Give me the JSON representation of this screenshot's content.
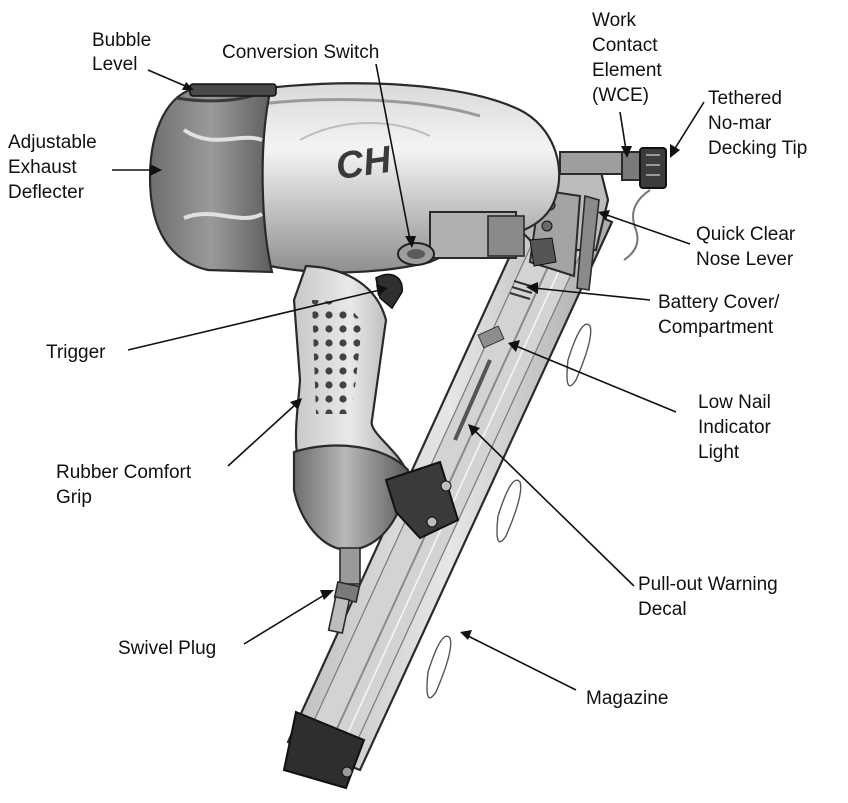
{
  "labels": {
    "bubble_level": [
      "Bubble",
      "Level"
    ],
    "conversion_switch": [
      "Conversion Switch"
    ],
    "work_contact_element": [
      "Work",
      "Contact",
      "Element",
      "(WCE)"
    ],
    "tethered_tip": [
      "Tethered",
      "No-mar",
      "Decking Tip"
    ],
    "exhaust_deflector": [
      "Adjustable",
      "Exhaust",
      "Deflecter"
    ],
    "quick_clear_lever": [
      "Quick Clear",
      "Nose Lever"
    ],
    "battery_cover": [
      "Battery Cover/",
      "Compartment"
    ],
    "trigger": [
      "Trigger"
    ],
    "low_nail_light": [
      "Low Nail",
      "Indicator",
      "Light"
    ],
    "rubber_grip": [
      "Rubber Comfort",
      "Grip"
    ],
    "pullout_decal": [
      "Pull-out Warning",
      "Decal"
    ],
    "swivel_plug": [
      "Swivel Plug"
    ],
    "magazine": [
      "Magazine"
    ]
  },
  "logo_text": "CH"
}
